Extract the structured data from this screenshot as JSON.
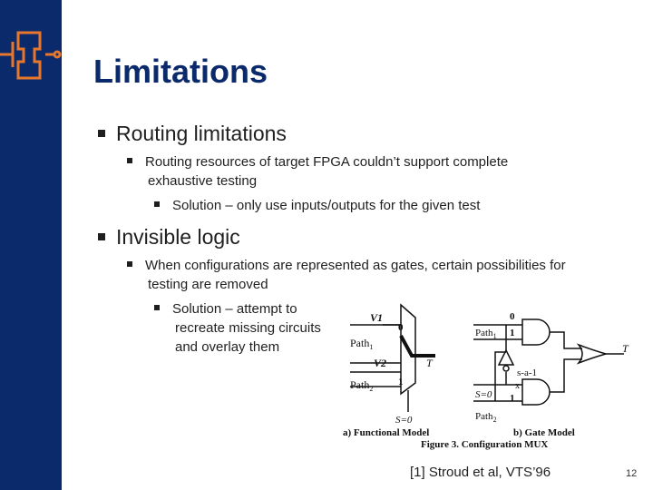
{
  "slide": {
    "title": "Limitations",
    "bullets": {
      "routing": "Routing limitations",
      "routing_sub": "Routing resources of target FPGA couldn’t support complete",
      "routing_sub_cont": "exhaustive testing",
      "routing_solution": "Solution – only use inputs/outputs for the given test",
      "invisible": "Invisible logic",
      "invisible_sub": "When configurations are represented as gates, certain possibilities for",
      "invisible_sub_cont": "testing are removed",
      "invisible_solution_1": "Solution – attempt to",
      "invisible_solution_2": "recreate missing circuits",
      "invisible_solution_3": "and overlay them"
    },
    "citation": "[1] Stroud et al, VTS’96",
    "page_number": "12"
  },
  "figure": {
    "v1": "V1",
    "v2": "V2",
    "path1": "Path",
    "path1_sub": "1",
    "path2": "Path",
    "path2_sub": "2",
    "mux_in0": "0",
    "mux_in1": "1",
    "mux_out": "T",
    "mux_sel": "S=0",
    "gate_in0": "0",
    "gate_in1": "1",
    "gate_in1b": "1",
    "gate_path1": "Path",
    "gate_path1_sub": "1",
    "gate_path2": "Path",
    "gate_path2_sub": "2",
    "gate_sel": "S=0",
    "gate_out": "T",
    "fault": "s-a-1",
    "fault_mark": "x",
    "caption_a": "a) Functional Model",
    "caption_b": "b) Gate Model",
    "caption": "Figure 3.  Configuration MUX"
  },
  "colors": {
    "sidebar": "#0b2a6b",
    "title": "#0b2a6b",
    "logo": "#e8772e"
  }
}
